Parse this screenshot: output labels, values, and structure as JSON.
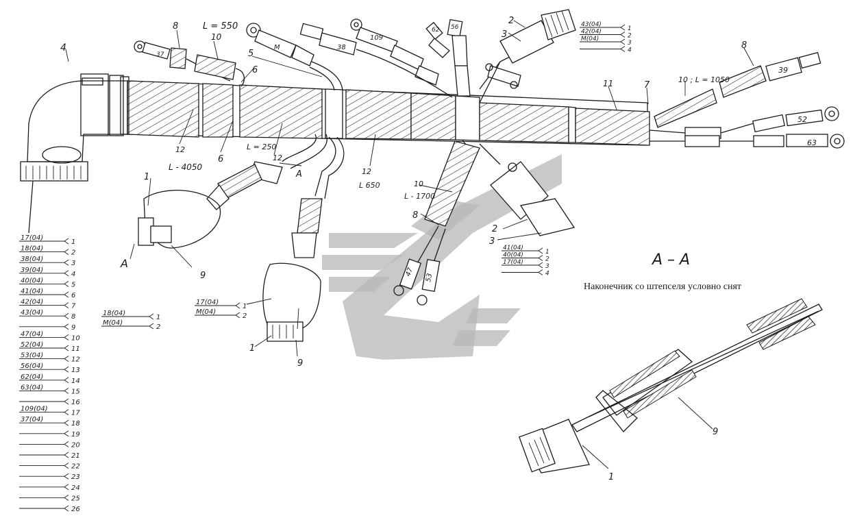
{
  "section": {
    "mark": "А – А",
    "caption": "Наконечник со штепселя условно снят"
  },
  "connector_pins_left": [
    {
      "wire": "17(04)",
      "pin": "1"
    },
    {
      "wire": "18(04)",
      "pin": "2"
    },
    {
      "wire": "38(04)",
      "pin": "3"
    },
    {
      "wire": "39(04)",
      "pin": "4"
    },
    {
      "wire": "40(04)",
      "pin": "5"
    },
    {
      "wire": "41(04)",
      "pin": "6"
    },
    {
      "wire": "42(04)",
      "pin": "7"
    },
    {
      "wire": "43(04)",
      "pin": "8"
    },
    {
      "wire": "",
      "pin": "9"
    },
    {
      "wire": "47(04)",
      "pin": "10"
    },
    {
      "wire": "52(04)",
      "pin": "11"
    },
    {
      "wire": "53(04)",
      "pin": "12"
    },
    {
      "wire": "56(04)",
      "pin": "13"
    },
    {
      "wire": "62(04)",
      "pin": "14"
    },
    {
      "wire": "63(04)",
      "pin": "15"
    },
    {
      "wire": "",
      "pin": "16"
    },
    {
      "wire": "109(04)",
      "pin": "17"
    },
    {
      "wire": "37(04)",
      "pin": "18"
    },
    {
      "wire": "",
      "pin": "19"
    },
    {
      "wire": "",
      "pin": "20"
    },
    {
      "wire": "",
      "pin": "21"
    },
    {
      "wire": "",
      "pin": "22"
    },
    {
      "wire": "",
      "pin": "23"
    },
    {
      "wire": "",
      "pin": "24"
    },
    {
      "wire": "",
      "pin": "25"
    },
    {
      "wire": "",
      "pin": "26"
    }
  ],
  "plug_a_pins": [
    {
      "wire": "18(04)",
      "pin": "1"
    },
    {
      "wire": "M(04)",
      "pin": "2"
    }
  ],
  "plug_b_pins": [
    {
      "wire": "17(04)",
      "pin": "1"
    },
    {
      "wire": "M(04)",
      "pin": "2"
    }
  ],
  "top_connector_pins": [
    {
      "wire": "43(04)",
      "pin": "1"
    },
    {
      "wire": "42(04)",
      "pin": "2"
    },
    {
      "wire": "M(04)",
      "pin": "3"
    },
    {
      "wire": "",
      "pin": "4"
    }
  ],
  "mid_connector_pins": [
    {
      "wire": "41(04)",
      "pin": "1"
    },
    {
      "wire": "40(04)",
      "pin": "2"
    },
    {
      "wire": "17(04)",
      "pin": "3"
    },
    {
      "wire": "",
      "pin": "4"
    }
  ],
  "callouts": {
    "c4": "4",
    "c8_top": "8",
    "l550": "L = 550",
    "c10_top": "10",
    "c5": "5",
    "c6_upper": "6",
    "c6_lower": "6",
    "c12_left": "12",
    "l4050": "L - 4050",
    "l250": "L = 250",
    "c12_small": "12",
    "c12_mid": "12",
    "l650": "L 650",
    "c1_left": "1",
    "c9_left": "9",
    "c1_center": "1",
    "c9_center": "9",
    "c10_mid": "10",
    "l1700": "L - 1700",
    "c8_mid": "8",
    "c2_top": "2",
    "c3_top": "3",
    "c2_mid": "2",
    "c3_mid": "3",
    "c11": "11",
    "c7": "7",
    "c10_right": "10 ; L = 1050",
    "c8_right": "8",
    "section_arrow_a": "A",
    "section_arrow_a2": "A",
    "detail_1": "1",
    "detail_9": "9"
  },
  "wire_tags": {
    "w38": "38",
    "w109": "109",
    "w62": "62",
    "w56": "56",
    "w39": "39",
    "w52": "52",
    "w63": "63",
    "w47": "47",
    "w53": "53",
    "wM": "M",
    "w37": "37"
  }
}
